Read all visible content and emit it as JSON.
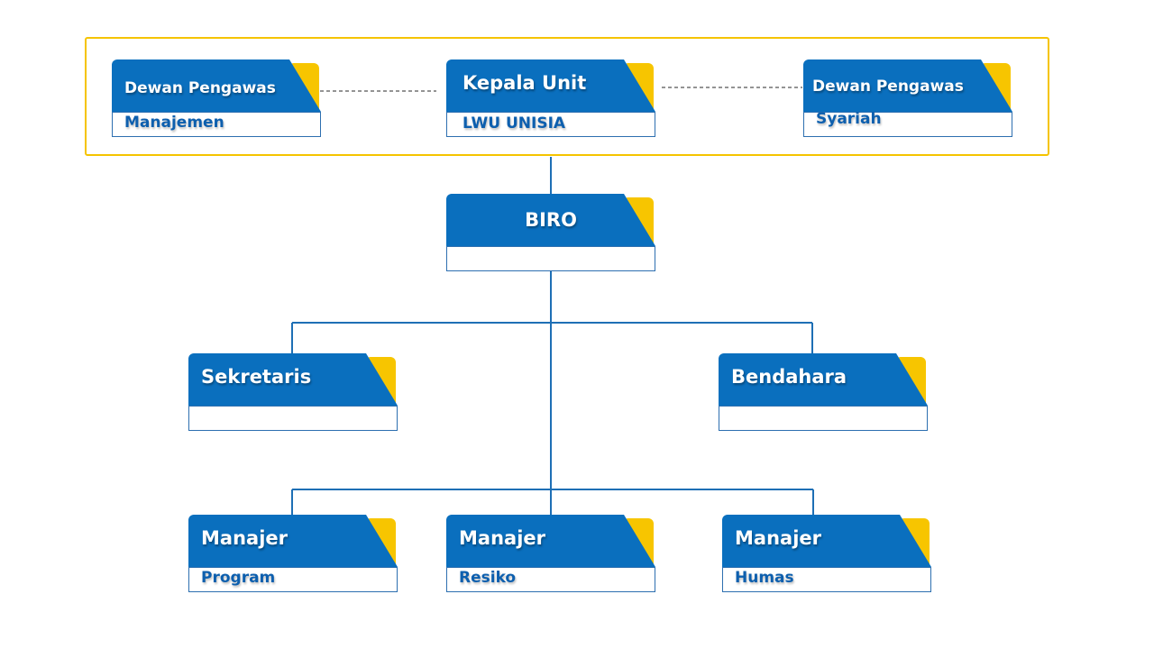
{
  "colors": {
    "primary": "#0a6fbe",
    "accent": "#f5c400",
    "subtitle": "#0d5fae",
    "line": "#1e6fb5"
  },
  "top_group": {
    "left": {
      "title": "Dewan Pengawas",
      "subtitle": "Manajemen"
    },
    "center": {
      "title": "Kepala Unit",
      "subtitle": "LWU UNISIA"
    },
    "right": {
      "title": "Dewan Pengawas",
      "subtitle": "Syariah"
    }
  },
  "biro": {
    "title": "BIRO",
    "subtitle": ""
  },
  "level2": {
    "sekretaris": {
      "title": "Sekretaris",
      "subtitle": ""
    },
    "bendahara": {
      "title": "Bendahara",
      "subtitle": ""
    }
  },
  "level3": {
    "program": {
      "title": "Manajer",
      "subtitle": "Program"
    },
    "resiko": {
      "title": "Manajer",
      "subtitle": "Resiko"
    },
    "humas": {
      "title": "Manajer",
      "subtitle": "Humas"
    }
  }
}
